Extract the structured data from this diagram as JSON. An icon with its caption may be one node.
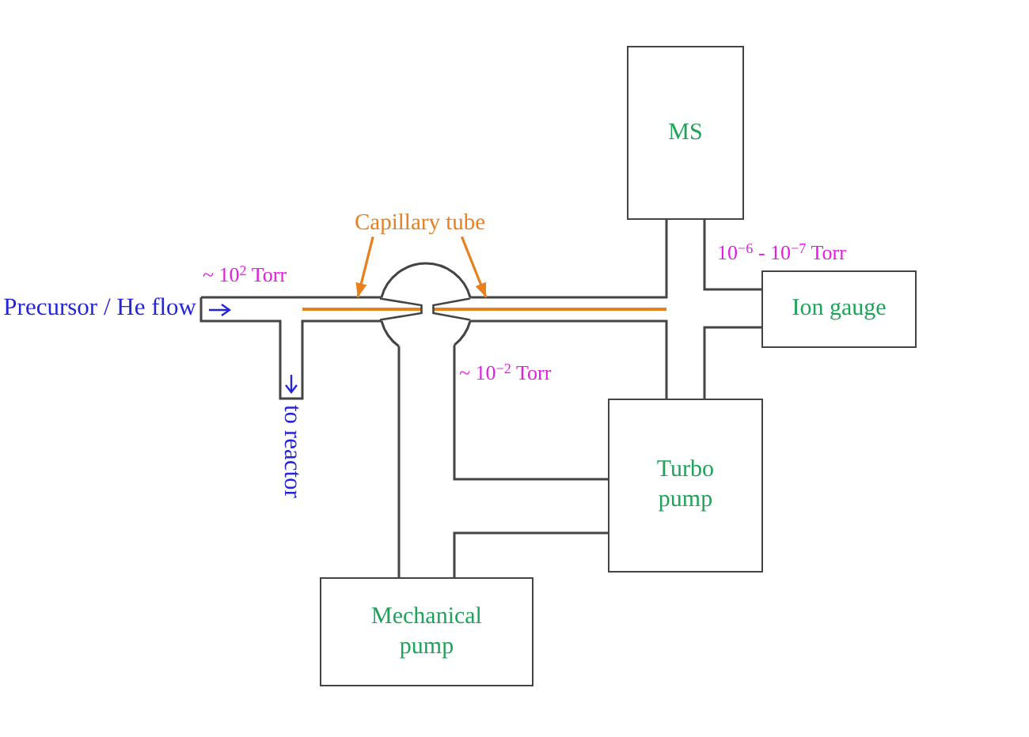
{
  "diagram": {
    "nodes": [
      {
        "text": [
          "Capillary tube"
        ]
      },
      {
        "text": [],
        "shape": "bar"
      },
      {
        "text": [],
        "shape": "bar"
      },
      {
        "text": [
          "MS"
        ]
      },
      {
        "text": [
          "Ion gauge"
        ]
      },
      {
        "text": [
          "Turbo pump"
        ]
      },
      {
        "text": [
          "Mechanical pump"
        ]
      }
    ],
    "edges": [
      {
        "from": 0,
        "to": 1,
        "arrow": "to",
        "color": "#e8801e"
      },
      {
        "from": 0,
        "to": 2,
        "arrow": "to",
        "color": "#e8801e"
      }
    ],
    "labels": [
      "10$^{−6}$ - 10$^{−7}$ Torr",
      "~ 10$^{2}$ Torr",
      "Precursor / He flow",
      "~ 10$^{−2}$ Torr",
      "to reactor"
    ]
  }
}
